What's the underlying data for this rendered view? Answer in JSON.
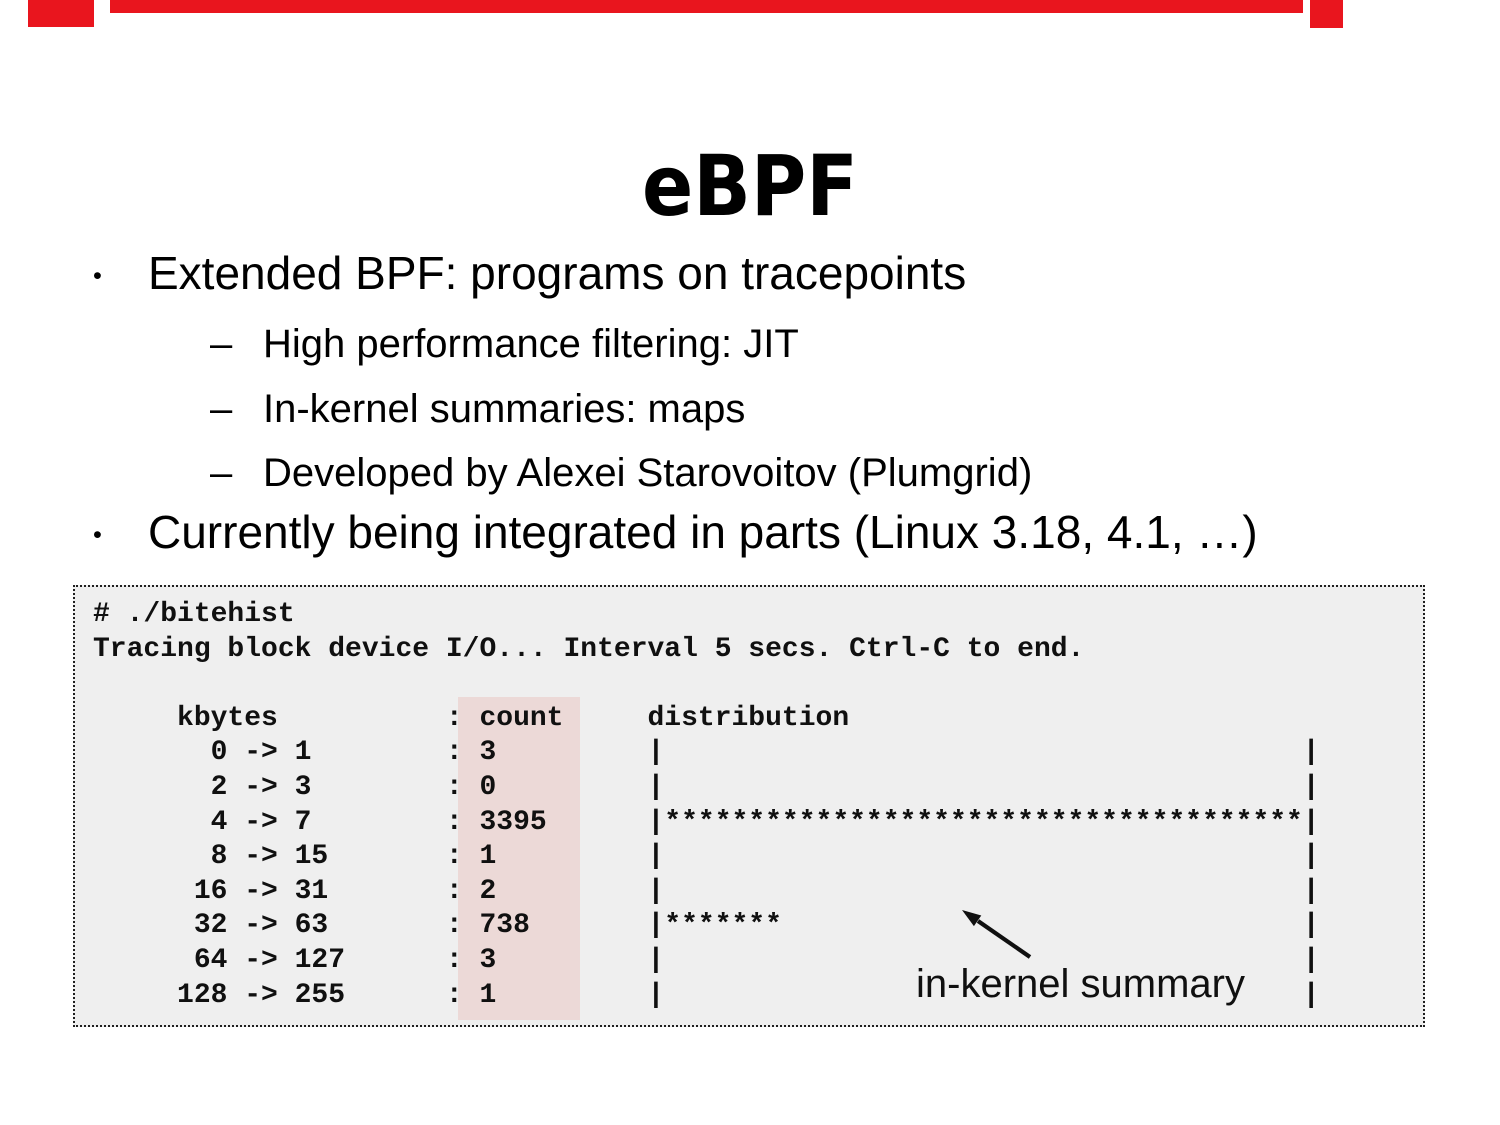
{
  "slide": {
    "title": "eBPF",
    "bullet_glyph": "•",
    "dash_glyph": "–",
    "bullets": [
      {
        "level": 1,
        "text": "Extended BPF: programs on tracepoints"
      },
      {
        "level": 2,
        "text": "High performance filtering: JIT"
      },
      {
        "level": 2,
        "text": "In-kernel summaries: maps"
      },
      {
        "level": 2,
        "text": "Developed by Alexei Starovoitov (Plumgrid)"
      },
      {
        "level": 1,
        "text": "Currently being integrated in parts (Linux 3.18, 4.1, …)"
      }
    ]
  },
  "terminal": {
    "text": "# ./bitehist\nTracing block device I/O... Interval 5 secs. Ctrl-C to end.\n\n     kbytes          : count     distribution\n       0 -> 1        : 3         |                                      |\n       2 -> 3        : 0         |                                      |\n       4 -> 7        : 3395      |**************************************|\n       8 -> 15       : 1         |                                      |\n      16 -> 31       : 2         |                                      |\n      32 -> 63       : 738       |*******                               |\n      64 -> 127      : 3         |                                      |\n     128 -> 255      : 1         |                                      |",
    "histogram": {
      "columns": [
        "kbytes",
        "count",
        "distribution"
      ],
      "rows": [
        {
          "kbytes": "0 -> 1",
          "count": 3,
          "stars": 0
        },
        {
          "kbytes": "2 -> 3",
          "count": 0,
          "stars": 0
        },
        {
          "kbytes": "4 -> 7",
          "count": 3395,
          "stars": 38
        },
        {
          "kbytes": "8 -> 15",
          "count": 1,
          "stars": 0
        },
        {
          "kbytes": "16 -> 31",
          "count": 2,
          "stars": 0
        },
        {
          "kbytes": "32 -> 63",
          "count": 738,
          "stars": 7
        },
        {
          "kbytes": "64 -> 127",
          "count": 3,
          "stars": 0
        },
        {
          "kbytes": "128 -> 255",
          "count": 1,
          "stars": 0
        }
      ]
    },
    "colors": {
      "box_background": "#efefef",
      "count_highlight": "#ecd9d7"
    }
  },
  "annotation": {
    "label": "in-kernel summary"
  },
  "decor": {
    "accent_color": "#e9151e"
  }
}
